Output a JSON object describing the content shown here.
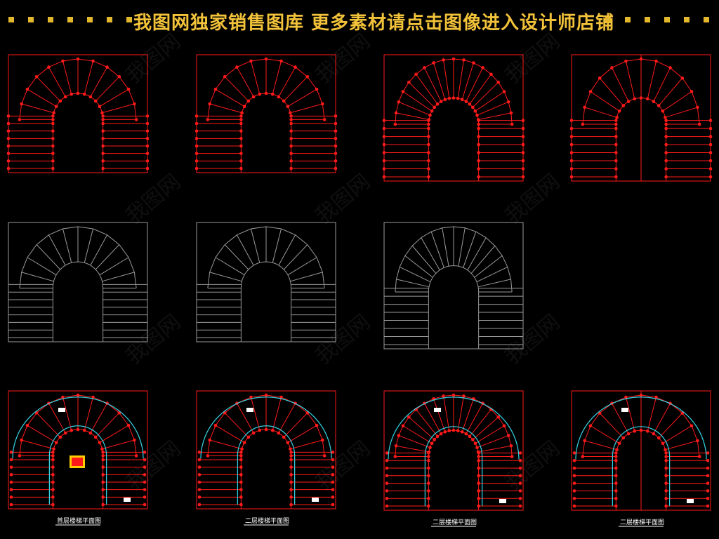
{
  "banner": {
    "title": "我图网独家销售图库 更多素材请点击图像进入设计师店铺",
    "accent": "#f2c23a"
  },
  "colors": {
    "red": "#ff1a1a",
    "cyan": "#35d6e6",
    "gray": "#9a9a9a",
    "white": "#ffffff"
  },
  "rows": {
    "top": {
      "style": "red-dots",
      "panels": 4
    },
    "middle": {
      "style": "gray-outline",
      "panels": 3
    },
    "bottom": {
      "style": "detailed",
      "panels": 4
    }
  },
  "captions": [
    "首层楼梯平面图",
    "二层楼梯平面图",
    "二层楼梯平面图",
    "二层楼梯平面图"
  ],
  "watermark": "我图网"
}
